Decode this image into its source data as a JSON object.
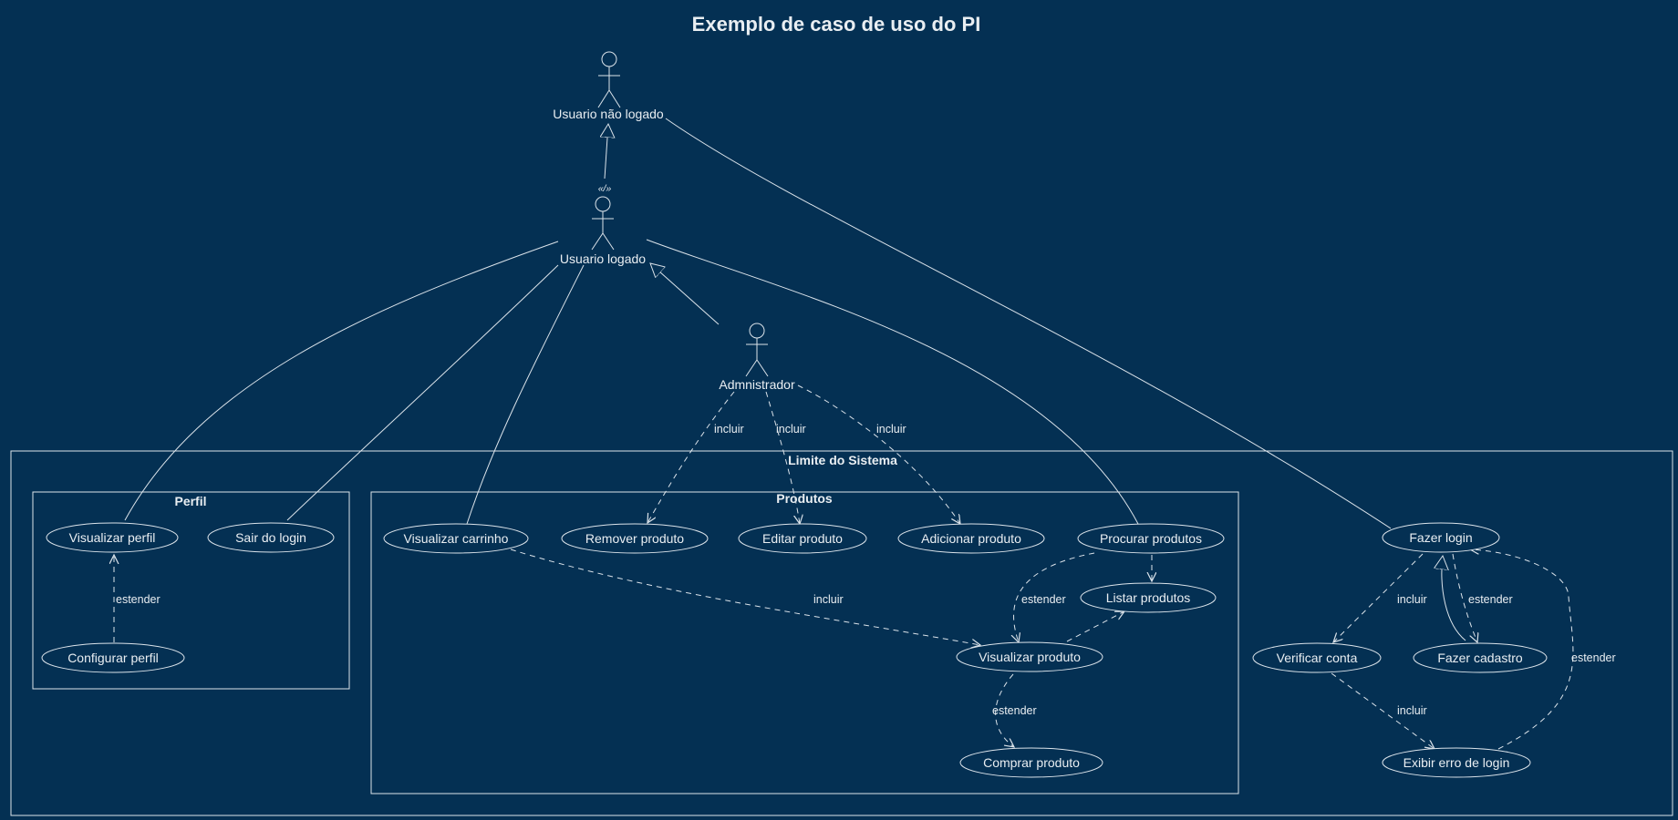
{
  "diagram": {
    "title": "Exemplo de caso de uso do PI",
    "stereotype": "«/»",
    "boundary": "Limite do Sistema",
    "packages": {
      "perfil": "Perfil",
      "produtos": "Produtos"
    },
    "actors": {
      "nao_logado": "Usuario não logado",
      "logado": "Usuario logado",
      "admin": "Admnistrador"
    },
    "use_cases": {
      "visualizar_perfil": "Visualizar perfil",
      "sair_login": "Sair do login",
      "configurar_perfil": "Configurar perfil",
      "visualizar_carrinho": "Visualizar carrinho",
      "remover_produto": "Remover produto",
      "editar_produto": "Editar produto",
      "adicionar_produto": "Adicionar produto",
      "procurar_produtos": "Procurar produtos",
      "listar_produtos": "Listar produtos",
      "visualizar_produto": "Visualizar produto",
      "comprar_produto": "Comprar produto",
      "fazer_login": "Fazer login",
      "verificar_conta": "Verificar conta",
      "fazer_cadastro": "Fazer cadastro",
      "exibir_erro": "Exibir erro de login"
    },
    "edge_labels": {
      "incluir": "incluir",
      "estender": "estender"
    }
  }
}
